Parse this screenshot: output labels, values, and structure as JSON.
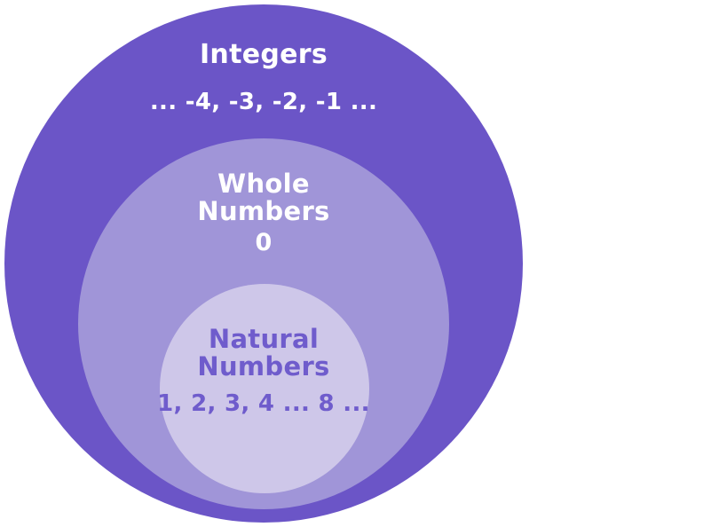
{
  "diagram": {
    "type": "nested-sets",
    "background": "#FFFFFF",
    "sets": {
      "integers": {
        "label": "Integers",
        "values": "... -4, -3, -2, -1 ...",
        "fill": "#6B55C7",
        "text_color": "#FFFFFF"
      },
      "whole": {
        "label": "Whole\nNumbers",
        "values": "0",
        "fill": "#A095D8",
        "text_color": "#FFFFFF"
      },
      "natural": {
        "label": "Natural\nNumbers",
        "values": "1, 2, 3, 4 ... 8 ...",
        "fill": "#CEC7E9",
        "text_color": "#6F5CCC"
      }
    }
  }
}
